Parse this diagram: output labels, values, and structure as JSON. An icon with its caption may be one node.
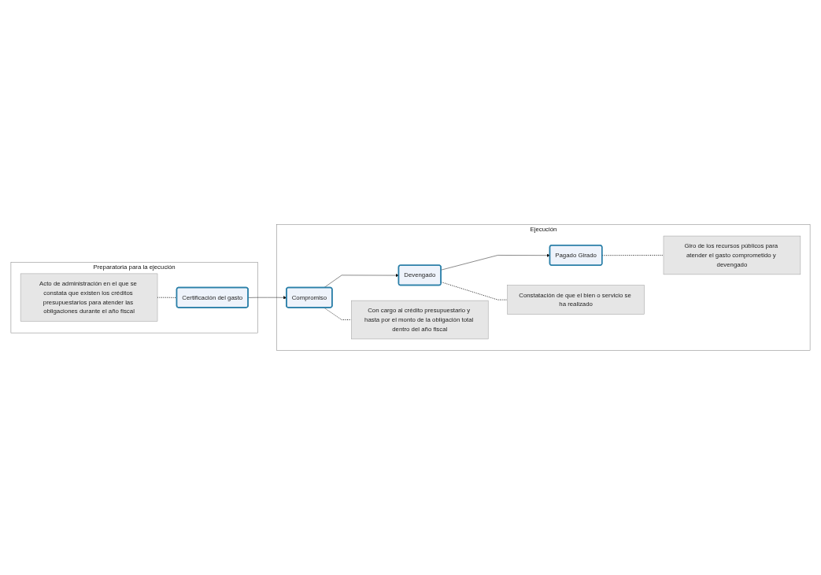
{
  "diagram": {
    "nodes": [
      {
        "text": [
          "Preparatoria para la ejecución"
        ]
      },
      {
        "text": [
          "Ejecución"
        ]
      },
      {
        "text": [
          "Certificación del gasto"
        ],
        "in": 0
      },
      {
        "text": [
          "Compromiso"
        ],
        "in": 1
      },
      {
        "text": [
          "Devengado"
        ],
        "in": 1
      },
      {
        "text": [
          "Pagado Girado"
        ],
        "in": 1
      },
      {
        "text": [
          "Acto de administración en el que se constata que existen los créditos presupuestarios para atender las obligaciones durante el año fiscal"
        ],
        "in": 0
      },
      {
        "text": [
          "Con cargo al crédito presupuestario y hasta por el monto de la obligación total dentro del año fiscal"
        ],
        "in": 1
      },
      {
        "text": [
          "Constatación de que el bien o servicio se ha realizado"
        ],
        "in": 1
      },
      {
        "text": [
          "Giro de los recursos públicos para atender el gasto comprometido y devengado"
        ],
        "in": 1
      }
    ],
    "edges": [
      {
        "from": 2,
        "to": 3,
        "arrow": "to"
      },
      {
        "from": 3,
        "to": 4,
        "arrow": "to"
      },
      {
        "from": 4,
        "to": 5,
        "arrow": "to"
      },
      {
        "from": 6,
        "to": 2,
        "arrow": "none",
        "style": "dashed"
      },
      {
        "from": 3,
        "to": 7,
        "arrow": "none",
        "style": "dashed"
      },
      {
        "from": 4,
        "to": 8,
        "arrow": "none",
        "style": "dashed"
      },
      {
        "from": 5,
        "to": 9,
        "arrow": "none",
        "style": "dashed"
      }
    ]
  }
}
